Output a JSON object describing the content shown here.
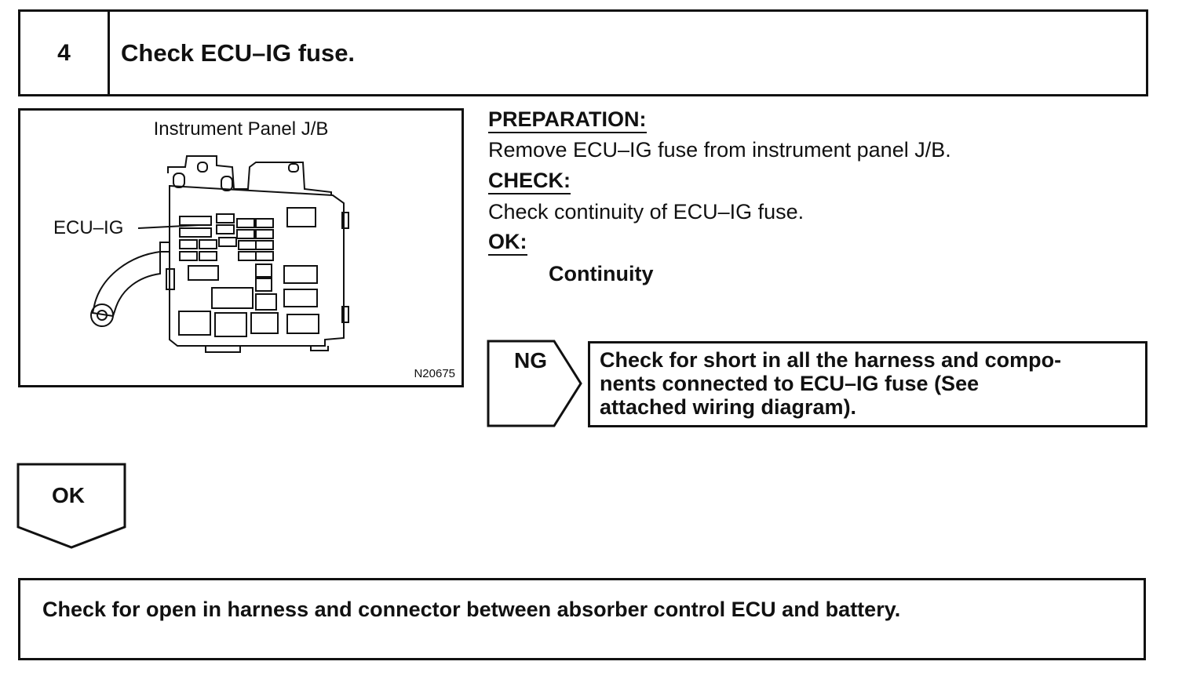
{
  "step": {
    "number": "4",
    "title": "Check ECU–IG fuse."
  },
  "figure": {
    "title": "Instrument Panel J/B",
    "callout": "ECU–IG",
    "code": "N20675"
  },
  "procedure": {
    "preparation_heading": "PREPARATION:",
    "preparation_text": "Remove ECU–IG fuse from instrument panel J/B.",
    "check_heading": "CHECK:",
    "check_text": "Check continuity of ECU–IG fuse.",
    "ok_heading": "OK:",
    "ok_value": "Continuity"
  },
  "ng_branch": {
    "label": "NG",
    "line1": "Check for short in all the harness and compo-",
    "line2": "nents connected to ECU–IG fuse (See",
    "line3": "attached wiring diagram)."
  },
  "ok_branch": {
    "label": "OK"
  },
  "next_step": {
    "text": "Check for open in harness and connector between absorber control ECU and battery."
  }
}
